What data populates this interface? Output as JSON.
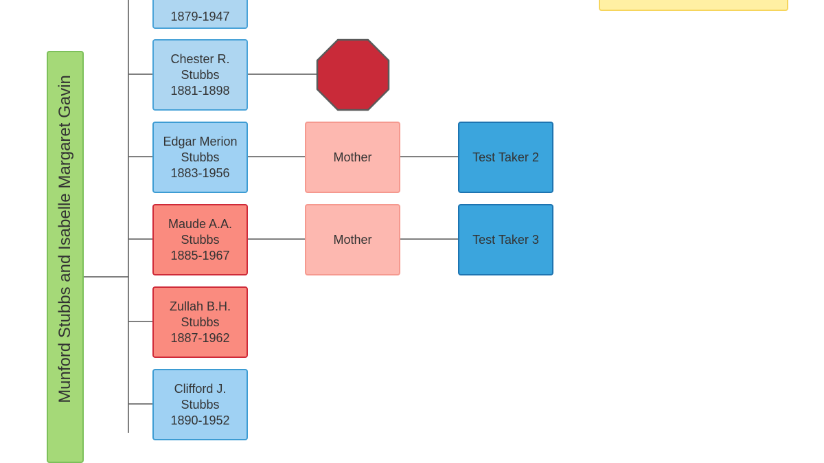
{
  "parents": {
    "label": "Munford Stubbs and Isabelle Margaret Gavin"
  },
  "children": [
    {
      "lines": [
        "1879-1947"
      ]
    },
    {
      "lines": [
        "Chester R.",
        "Stubbs",
        "1881-1898"
      ]
    },
    {
      "lines": [
        "Edgar Merion",
        "Stubbs",
        "1883-1956"
      ]
    },
    {
      "lines": [
        "Maude A.A.",
        "Stubbs",
        "1885-1967"
      ]
    },
    {
      "lines": [
        "Zullah B.H.",
        "Stubbs",
        "1887-1962"
      ]
    },
    {
      "lines": [
        "Clifford J.",
        "Stubbs",
        "1890-1952"
      ]
    }
  ],
  "mothers": [
    {
      "label": "Mother"
    },
    {
      "label": "Mother"
    }
  ],
  "test_takers": [
    {
      "label": "Test Taker 2"
    },
    {
      "label": "Test Taker 3"
    }
  ],
  "colors": {
    "child_blue": "#9fd1f3",
    "child_red": "#fa8b7f",
    "mother": "#fdb8b0",
    "test_taker": "#3ba5dd",
    "parents": "#a5d978",
    "stop": "#c92a39",
    "note": "#fff0a3"
  }
}
